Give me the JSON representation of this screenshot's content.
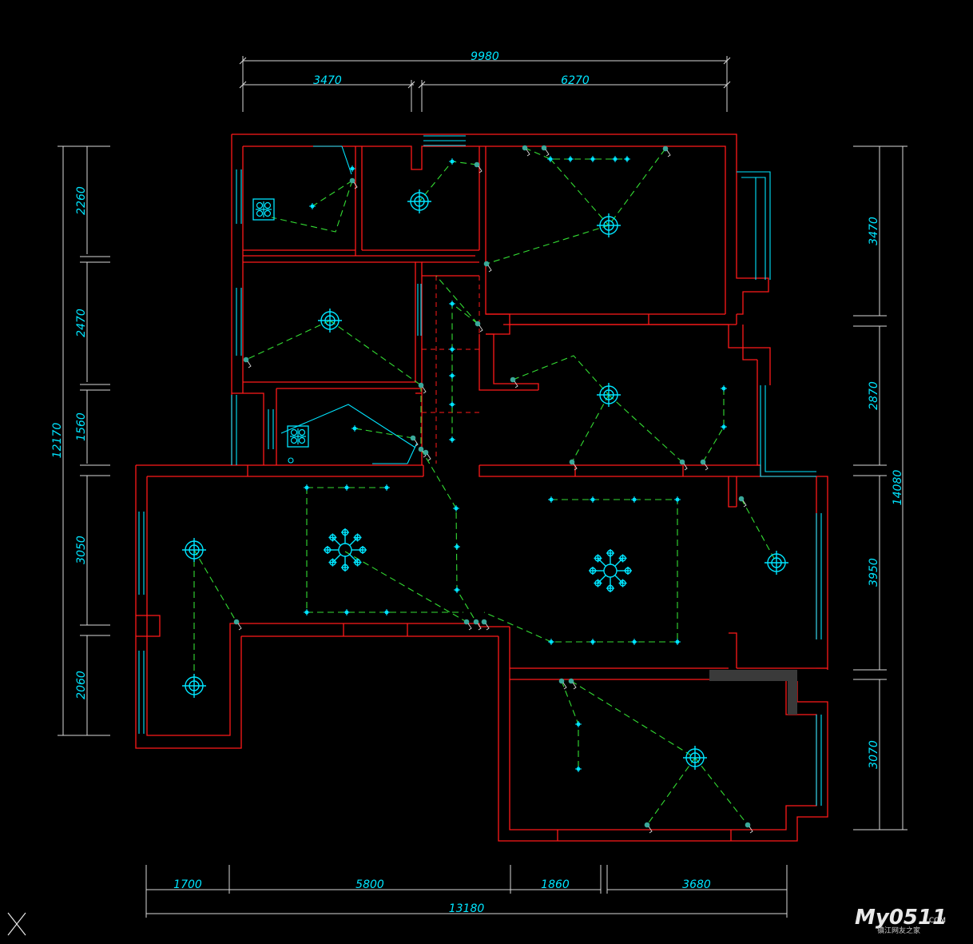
{
  "drawing": {
    "background": "#000000",
    "wall_color": "#ff1a1a",
    "dimension_text_color": "#00e5ff",
    "wire_color": "#33dd33",
    "fixture_color": "#00e5ff"
  },
  "dimensions": {
    "top_total": "9980",
    "top_left": "3470",
    "top_right": "6270",
    "left_total": "12170",
    "left_1": "2260",
    "left_2": "2470",
    "left_3": "1560",
    "left_4": "3050",
    "left_5": "2060",
    "right_total": "14080",
    "right_1": "3470",
    "right_2": "2870",
    "right_3": "3950",
    "right_4": "3070",
    "bottom_1": "1700",
    "bottom_2": "5800",
    "bottom_3": "1860",
    "bottom_4": "3680",
    "bottom_total": "13180"
  },
  "watermark": {
    "logo": "My0511",
    "com": ".COM",
    "sub": "镇江网友之家"
  },
  "icons": {
    "corner": "close-x-icon",
    "ceiling_lamp": "ceiling-lamp-icon",
    "chandelier": "chandelier-icon",
    "bath_heater": "bath-heater-icon"
  }
}
